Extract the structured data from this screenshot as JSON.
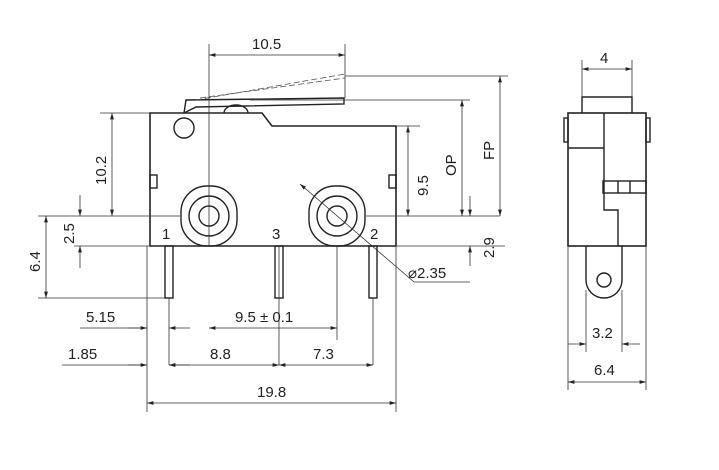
{
  "front_view": {
    "dims": {
      "lever_width": "10.5",
      "height_10_2": "10.2",
      "offset_2_5": "2.5",
      "height_6_4": "6.4",
      "hole_spacing_9_5": "9.5",
      "op": "OP",
      "fp": "FP",
      "offset_2_9": "2.9",
      "hole_dia": "⌀2.35",
      "pin1_offset": "5.15",
      "pin_spacing": "9.5 ± 0.1",
      "edge_1_85": "1.85",
      "span_8_8": "8.8",
      "span_7_3": "7.3",
      "overall_width": "19.8"
    },
    "pins": {
      "p1": "1",
      "p3": "3",
      "p2": "2"
    }
  },
  "side_view": {
    "dims": {
      "top_width": "4",
      "terminal_width": "3.2",
      "overall_depth": "6.4"
    }
  }
}
